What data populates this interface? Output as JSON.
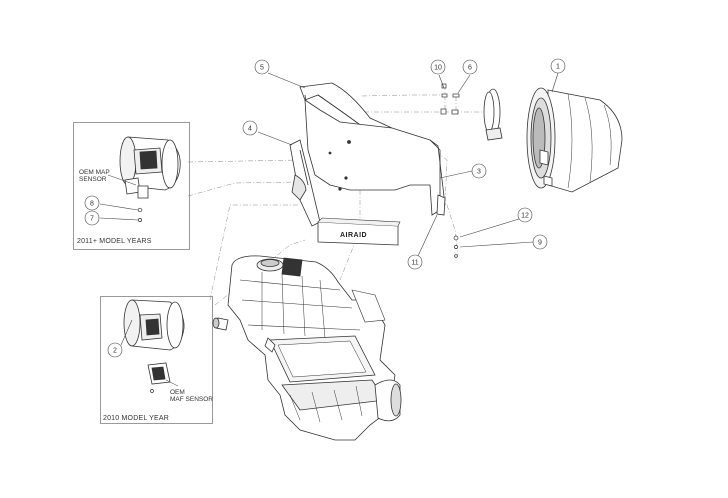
{
  "insets": {
    "top": {
      "caption": "2011+ MODEL YEARS",
      "sensor_label": "OEM MAP\nSENSOR"
    },
    "bottom": {
      "caption": "2010 MODEL YEAR",
      "sensor_label": "OEM\nMAF SENSOR"
    }
  },
  "brand_text": "AIRAID",
  "callouts": [
    {
      "id": "1",
      "label": "1"
    },
    {
      "id": "2",
      "label": "2"
    },
    {
      "id": "3",
      "label": "3"
    },
    {
      "id": "4",
      "label": "4"
    },
    {
      "id": "5",
      "label": "5"
    },
    {
      "id": "6",
      "label": "6"
    },
    {
      "id": "7",
      "label": "7"
    },
    {
      "id": "8",
      "label": "8"
    },
    {
      "id": "9",
      "label": "9"
    },
    {
      "id": "10",
      "label": "10"
    },
    {
      "id": "11",
      "label": "11"
    },
    {
      "id": "12",
      "label": "12"
    }
  ]
}
